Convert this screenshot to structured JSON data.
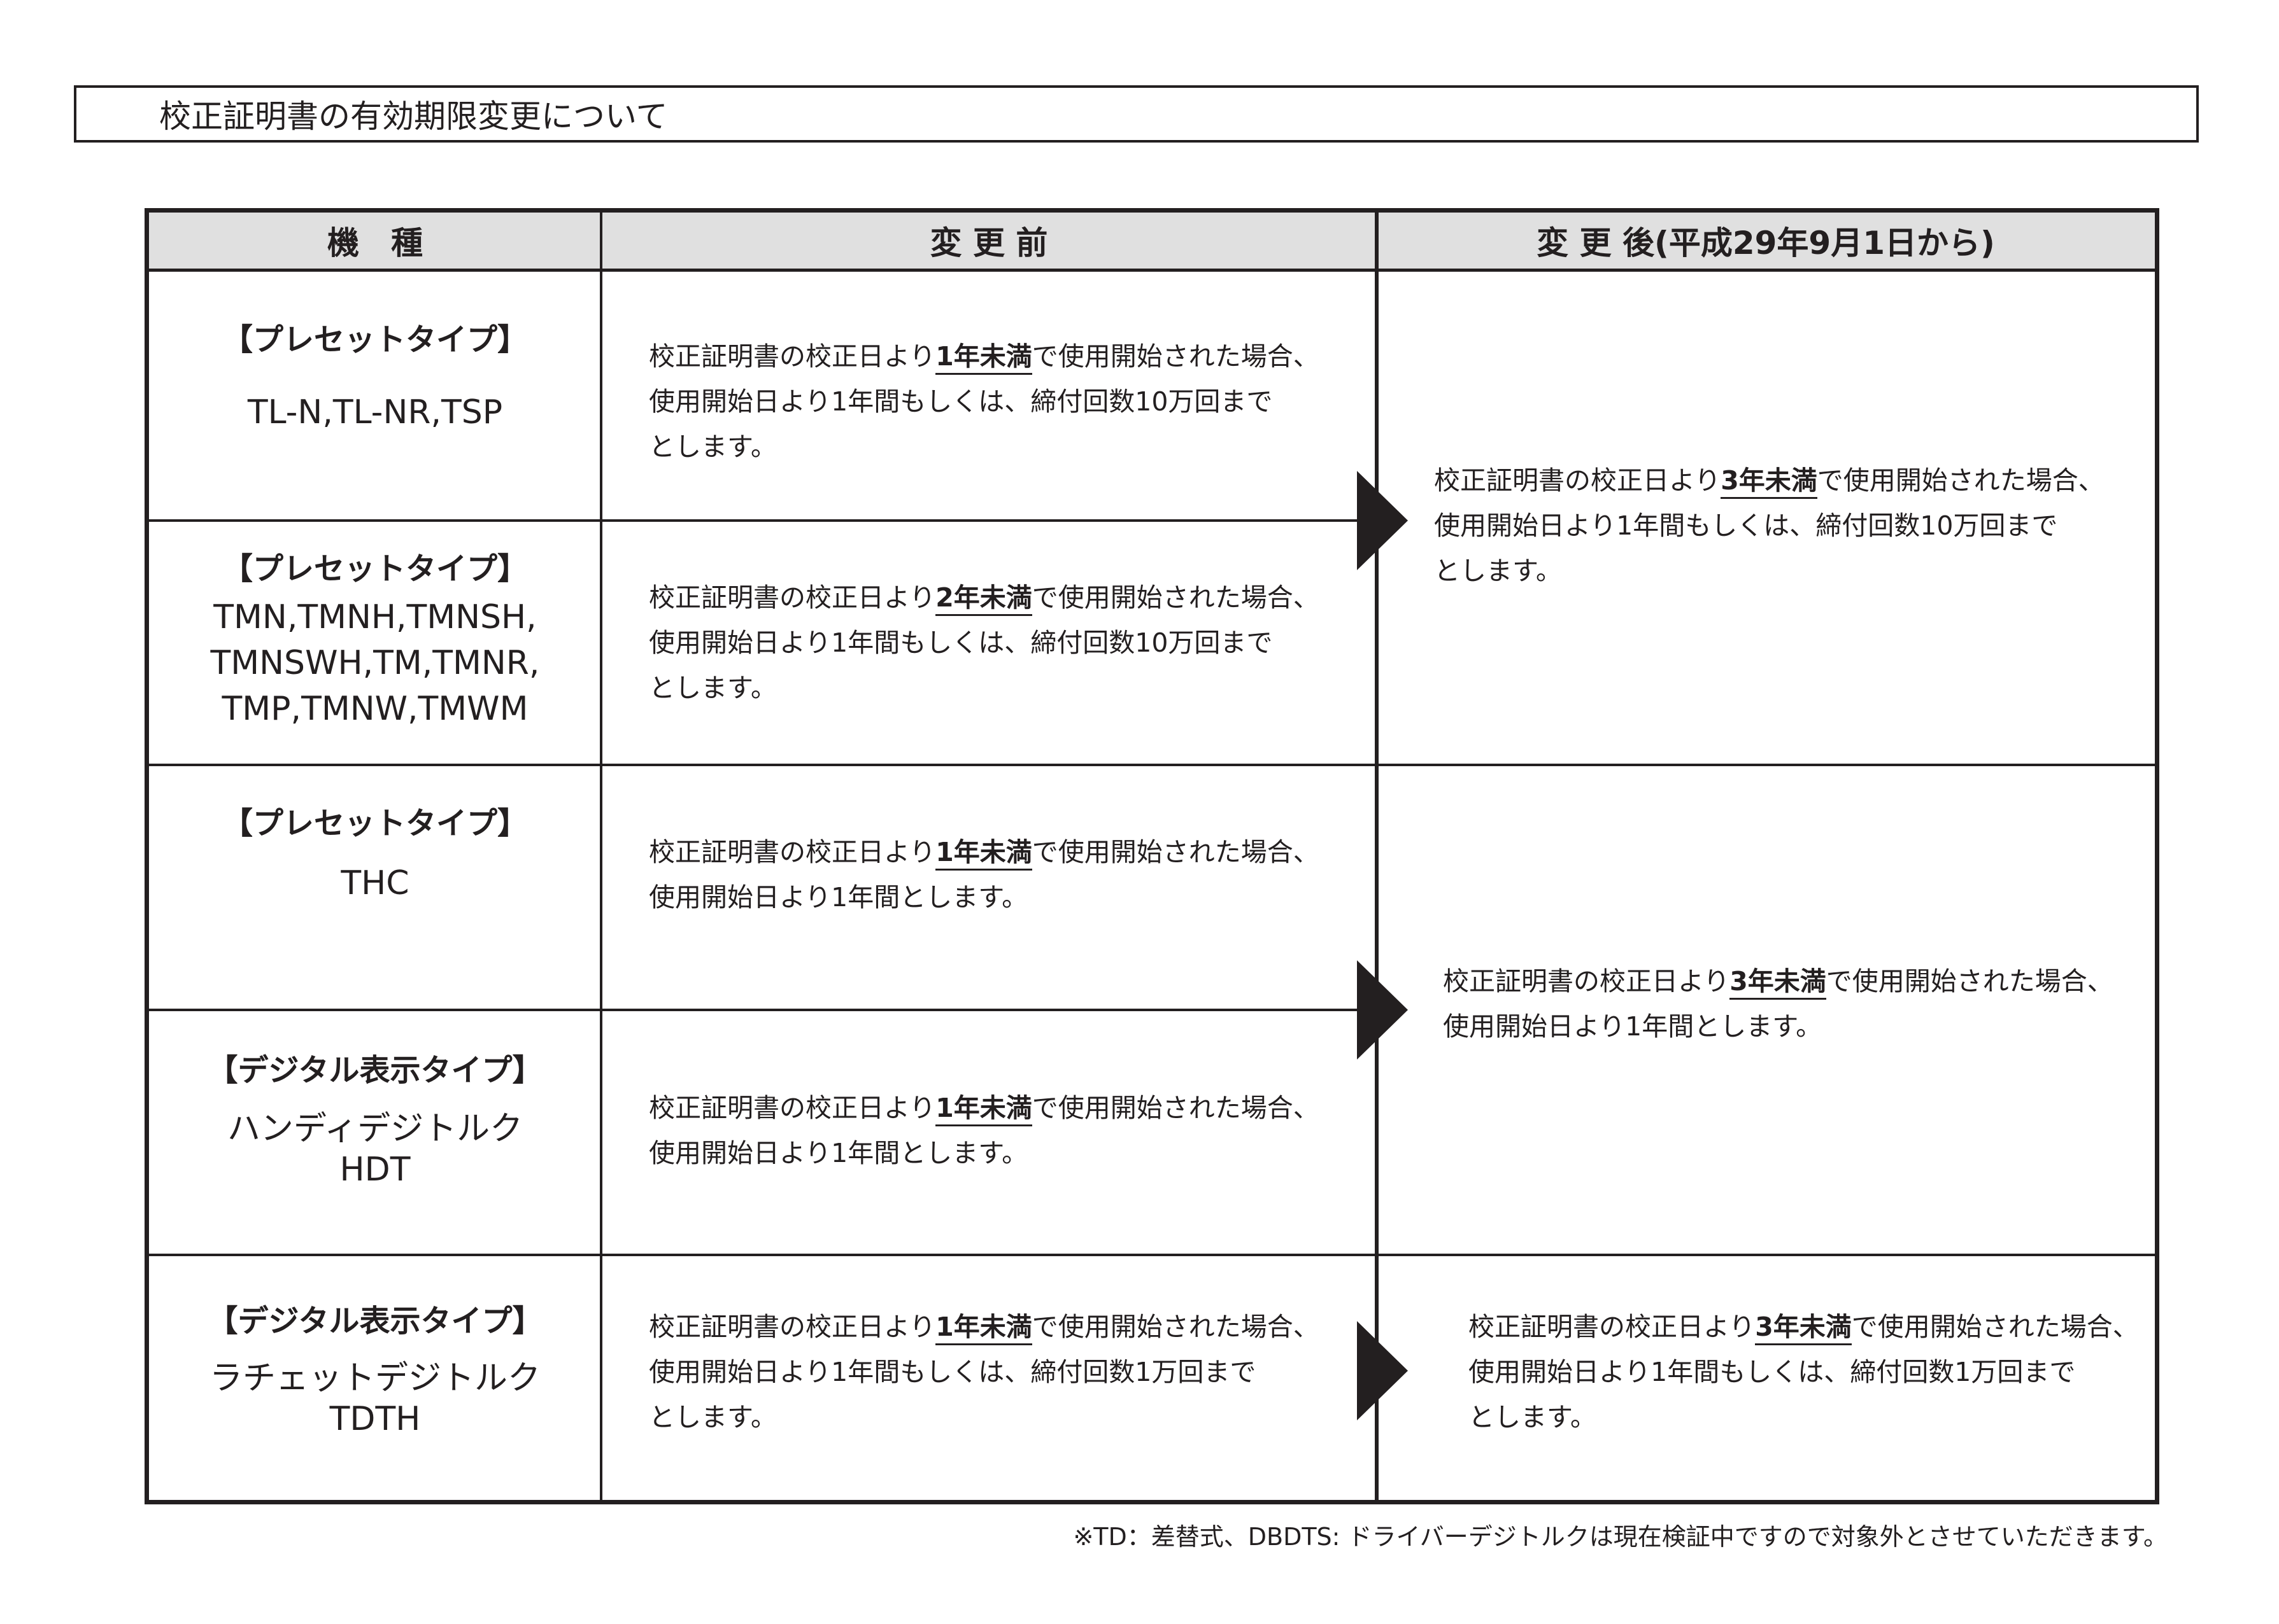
{
  "title": "校正証明書の有効期限変更について",
  "headers": {
    "model": "機　種",
    "before": "変 更 前",
    "after": "変 更 後(平成29年9月1日から)"
  },
  "rows": [
    {
      "type": "【プレセットタイプ】",
      "names": [
        "TL-N,TL-NR,TSP"
      ],
      "before": {
        "pre": "校正証明書の校正日より",
        "hl": "1年未満",
        "post": "で使用開始された場合、",
        "line2": "使用開始日より1年間もしくは、締付回数10万回まで",
        "line3": "とします。"
      }
    },
    {
      "type": "【プレセットタイプ】",
      "names": [
        "TMN,TMNH,TMNSH,",
        "TMNSWH,TM,TMNR,",
        "TMP,TMNW,TMWM"
      ],
      "before": {
        "pre": "校正証明書の校正日より",
        "hl": "2年未満",
        "post": "で使用開始された場合、",
        "line2": "使用開始日より1年間もしくは、締付回数10万回まで",
        "line3": "とします。"
      }
    },
    {
      "type": "【プレセットタイプ】",
      "names": [
        "THC"
      ],
      "before": {
        "pre": "校正証明書の校正日より",
        "hl": "1年未満",
        "post": "で使用開始された場合、",
        "line2": "使用開始日より1年間とします。"
      }
    },
    {
      "type": "【デジタル表示タイプ】",
      "names": [
        "ハンディデジトルク",
        "HDT"
      ],
      "before": {
        "pre": "校正証明書の校正日より",
        "hl": "1年未満",
        "post": "で使用開始された場合、",
        "line2": "使用開始日より1年間とします。"
      }
    },
    {
      "type": "【デジタル表示タイプ】",
      "names": [
        "ラチェットデジトルク",
        "TDTH"
      ],
      "before": {
        "pre": "校正証明書の校正日より",
        "hl": "1年未満",
        "post": "で使用開始された場合、",
        "line2": "使用開始日より1年間もしくは、締付回数1万回まで",
        "line3": "とします。"
      }
    }
  ],
  "after_groups": [
    {
      "pre": "校正証明書の校正日より",
      "hl": "3年未満",
      "post": "で使用開始された場合、",
      "line2": "使用開始日より1年間もしくは、締付回数10万回まで",
      "line3": "とします。"
    },
    {
      "pre": "校正証明書の校正日より",
      "hl": "3年未満",
      "post": "で使用開始された場合、",
      "line2": "使用開始日より1年間とします。"
    },
    {
      "pre": "校正証明書の校正日より",
      "hl": "3年未満",
      "post": "で使用開始された場合、",
      "line2": "使用開始日より1年間もしくは、締付回数1万回まで",
      "line3": "とします。"
    }
  ],
  "footnote": "※TD：差替式、DBDTS: ドライバーデジトルクは現在検証中ですので対象外とさせていただきます。"
}
